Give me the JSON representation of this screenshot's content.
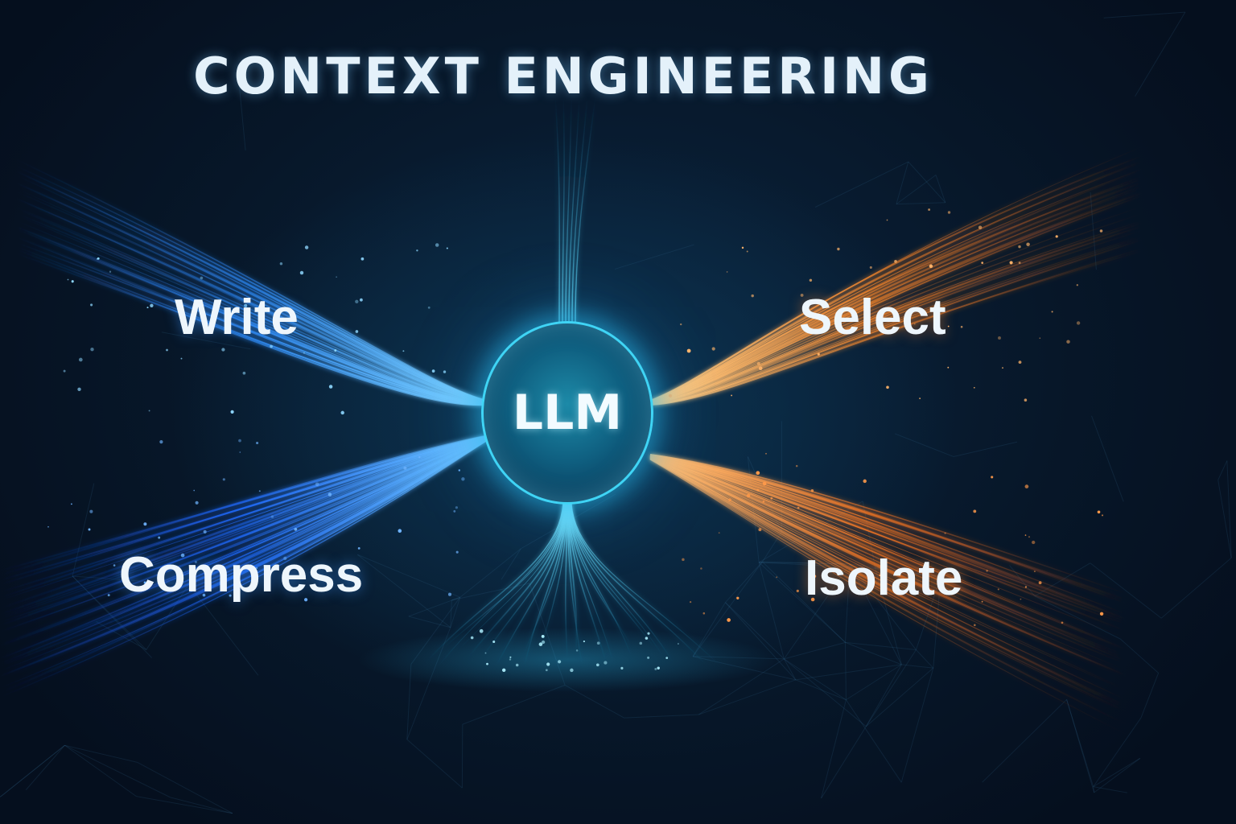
{
  "title": "CONTEXT ENGINEERING",
  "center": {
    "label": "LLM"
  },
  "nodes": {
    "write": "Write",
    "select": "Select",
    "compress": "Compress",
    "isolate": "Isolate"
  },
  "colors": {
    "background": "#07182b",
    "cyan": "#3fd4f5",
    "blue": "#2f7bff",
    "orange": "#ff8a2a",
    "text": "#eef6fc"
  }
}
